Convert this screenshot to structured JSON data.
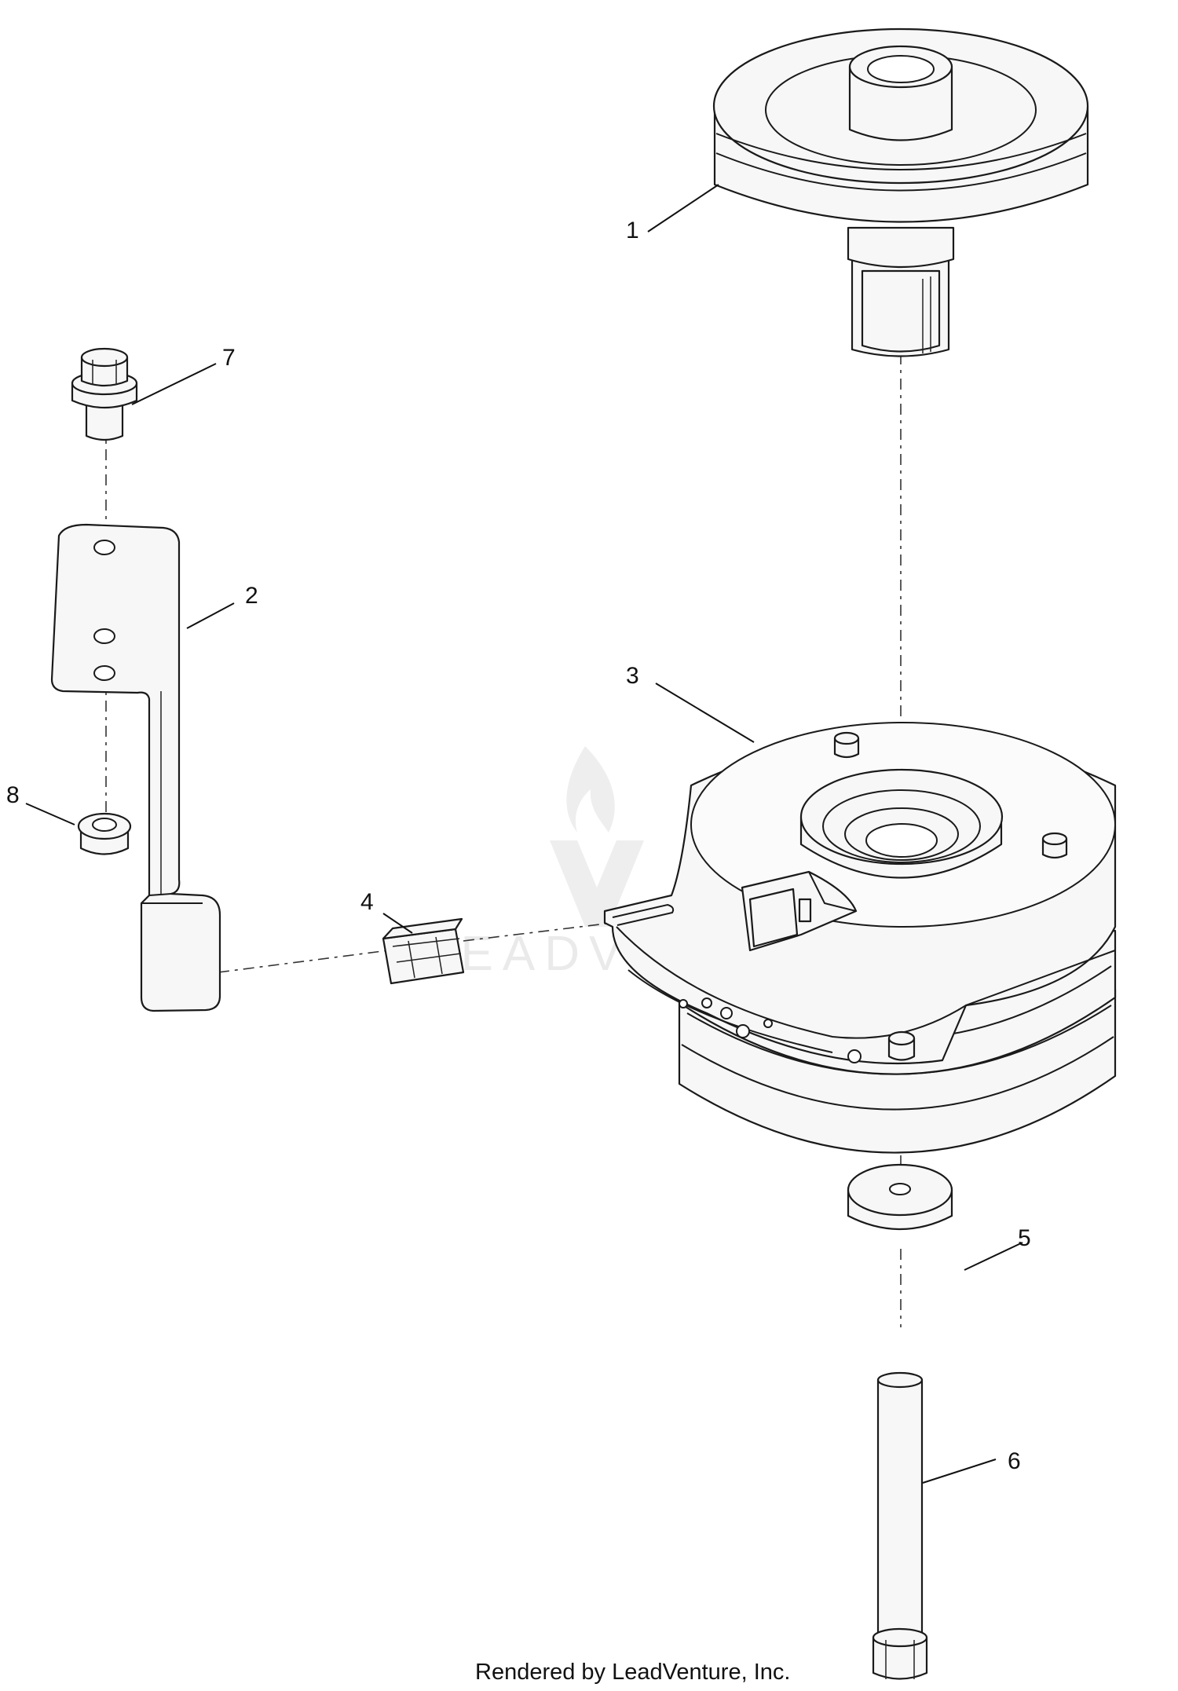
{
  "callouts": [
    {
      "id": "1",
      "label": "1"
    },
    {
      "id": "2",
      "label": "2"
    },
    {
      "id": "3",
      "label": "3"
    },
    {
      "id": "4",
      "label": "4"
    },
    {
      "id": "5",
      "label": "5"
    },
    {
      "id": "6",
      "label": "6"
    },
    {
      "id": "7",
      "label": "7"
    },
    {
      "id": "8",
      "label": "8"
    }
  ],
  "footer": {
    "credit": "Rendered by LeadVenture, Inc."
  },
  "watermark": {
    "text": "LEADVENTURE",
    "logo": "flame-v-logo"
  }
}
